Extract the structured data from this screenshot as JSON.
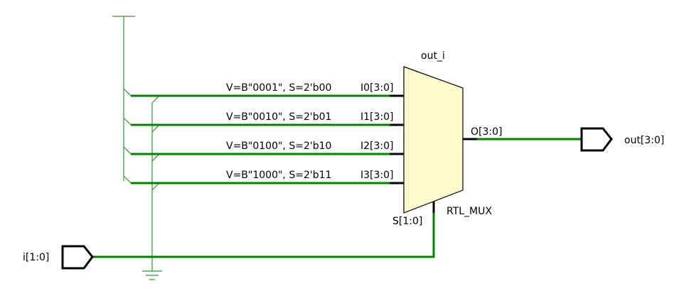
{
  "colors": {
    "wire": "#008000",
    "thin_wire": "#2a9a2a",
    "mux_fill": "#fffacd",
    "stroke": "#000000",
    "background": "#ffffff"
  },
  "mux": {
    "instance_name": "out_i",
    "cell_type": "RTL_MUX",
    "select_pin": "S[1:0]",
    "output_pin": "O[3:0]",
    "inputs": [
      {
        "pin": "I0[3:0]",
        "constant": "V=B\"0001\", S=2'b00"
      },
      {
        "pin": "I1[3:0]",
        "constant": "V=B\"0010\", S=2'b01"
      },
      {
        "pin": "I2[3:0]",
        "constant": "V=B\"0100\", S=2'b10"
      },
      {
        "pin": "I3[3:0]",
        "constant": "V=B\"1000\", S=2'b11"
      }
    ]
  },
  "ports": {
    "input_port": "i[1:0]",
    "output_port": "out[3:0]"
  },
  "symbols": {
    "power": "vcc-icon",
    "ground": "ground-icon"
  }
}
